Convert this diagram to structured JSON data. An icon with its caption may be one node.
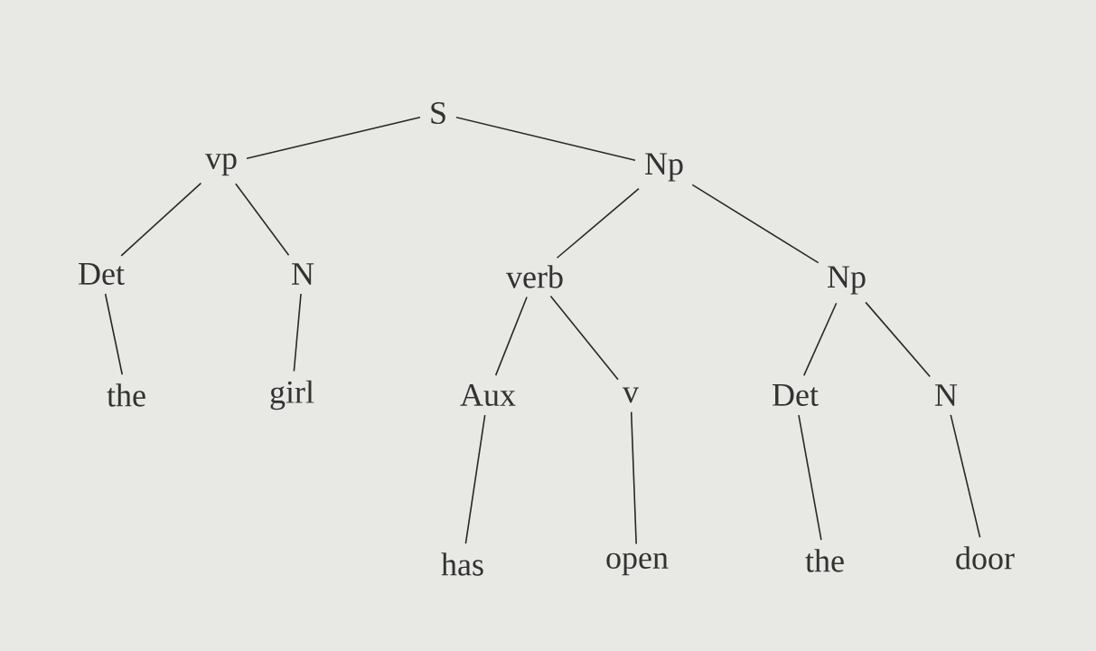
{
  "diagram": {
    "nodes": [
      {
        "text": [
          "S"
        ]
      },
      {
        "text": [
          "vp"
        ]
      },
      {
        "text": [
          "Np"
        ]
      },
      {
        "text": [
          "Det"
        ]
      },
      {
        "text": [
          "N"
        ]
      },
      {
        "text": [
          "verb"
        ]
      },
      {
        "text": [
          "Np"
        ]
      },
      {
        "text": [
          "the"
        ]
      },
      {
        "text": [
          "girl"
        ]
      },
      {
        "text": [
          "Aux"
        ]
      },
      {
        "text": [
          "v"
        ]
      },
      {
        "text": [
          "Det"
        ]
      },
      {
        "text": [
          "N"
        ]
      },
      {
        "text": [
          "has"
        ]
      },
      {
        "text": [
          "open"
        ]
      },
      {
        "text": [
          "the"
        ]
      },
      {
        "text": [
          "door"
        ]
      }
    ],
    "edges": [
      {
        "from": 0,
        "to": 1,
        "arrow": "none"
      },
      {
        "from": 0,
        "to": 2,
        "arrow": "none"
      },
      {
        "from": 1,
        "to": 3,
        "arrow": "none"
      },
      {
        "from": 1,
        "to": 4,
        "arrow": "none"
      },
      {
        "from": 2,
        "to": 5,
        "arrow": "none"
      },
      {
        "from": 2,
        "to": 6,
        "arrow": "none"
      },
      {
        "from": 3,
        "to": 7,
        "arrow": "none"
      },
      {
        "from": 4,
        "to": 8,
        "arrow": "none"
      },
      {
        "from": 5,
        "to": 9,
        "arrow": "none"
      },
      {
        "from": 5,
        "to": 10,
        "arrow": "none"
      },
      {
        "from": 6,
        "to": 11,
        "arrow": "none"
      },
      {
        "from": 6,
        "to": 12,
        "arrow": "none"
      },
      {
        "from": 9,
        "to": 13,
        "arrow": "none"
      },
      {
        "from": 10,
        "to": 14,
        "arrow": "none"
      },
      {
        "from": 11,
        "to": 15,
        "arrow": "none"
      },
      {
        "from": 12,
        "to": 16,
        "arrow": "none"
      }
    ]
  }
}
